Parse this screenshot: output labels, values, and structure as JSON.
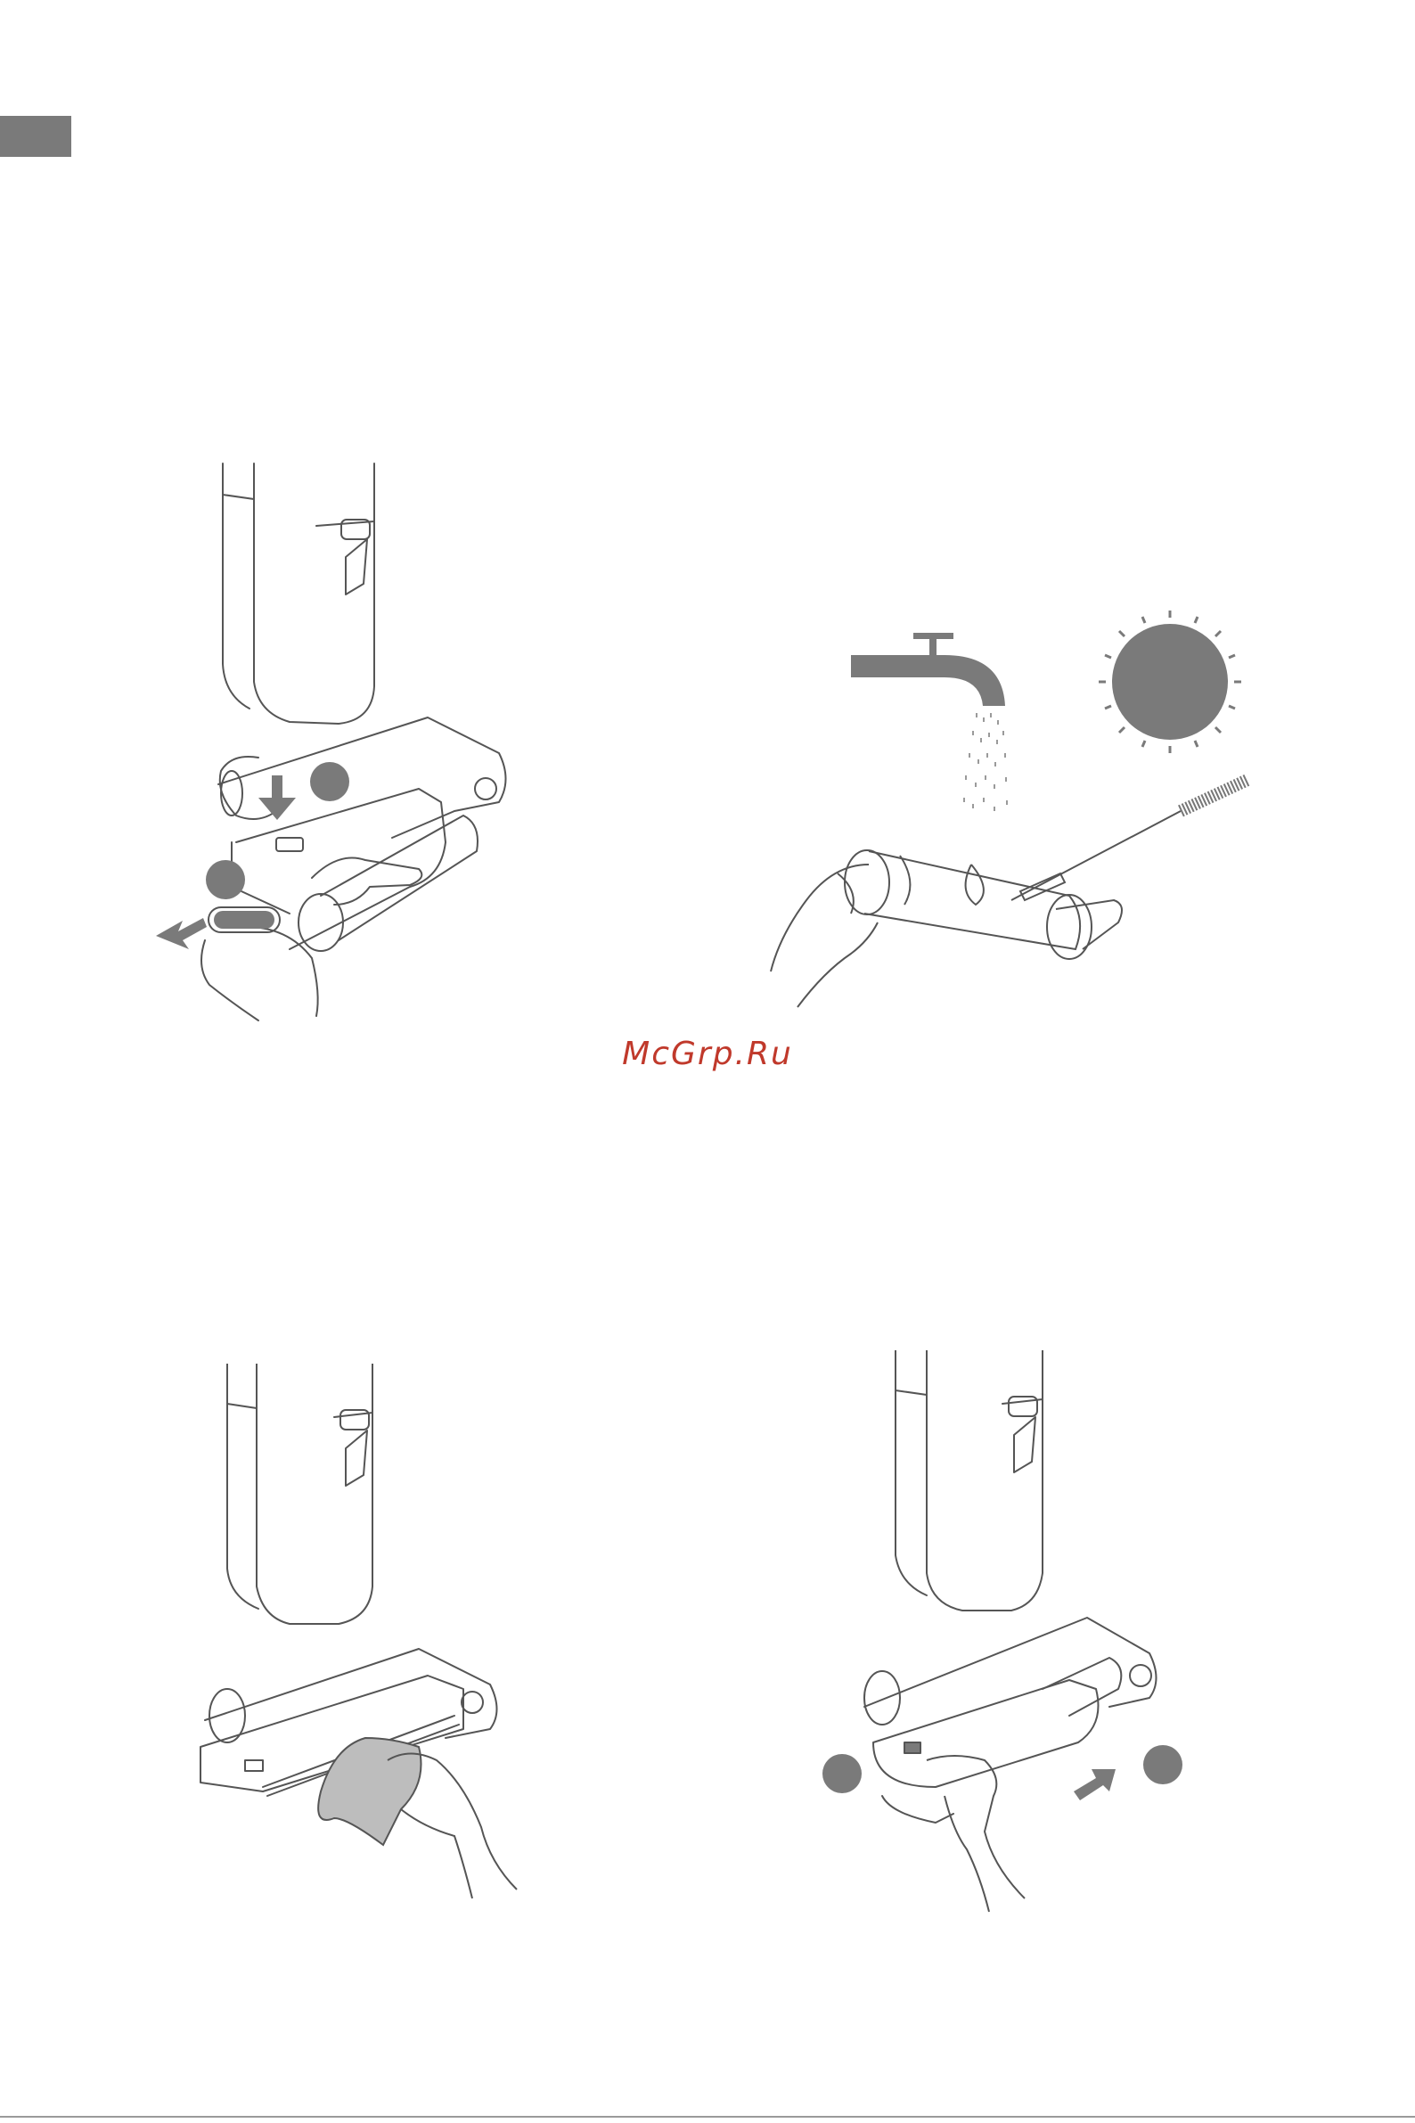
{
  "page": {
    "watermark": "McGrp.Ru"
  },
  "colors": {
    "accent_gray": "#7a7a7a",
    "line": "#555555",
    "watermark": "#c0392b"
  },
  "figures": [
    {
      "id": "remove-roller",
      "icons": [
        "vacuum-icon",
        "hand-icon",
        "arrow-down-icon",
        "arrow-left-icon",
        "step-badge-1",
        "step-badge-2"
      ]
    },
    {
      "id": "wash-dry-roller",
      "icons": [
        "faucet-icon",
        "water-drops-icon",
        "sun-icon",
        "brush-icon",
        "roller-icon",
        "hand-icon"
      ]
    },
    {
      "id": "wipe-brush-head",
      "icons": [
        "vacuum-icon",
        "cloth-icon",
        "hand-icon"
      ]
    },
    {
      "id": "install-roller",
      "icons": [
        "vacuum-icon",
        "hand-icon",
        "arrow-right-icon",
        "step-badge-1",
        "step-badge-2"
      ]
    }
  ]
}
